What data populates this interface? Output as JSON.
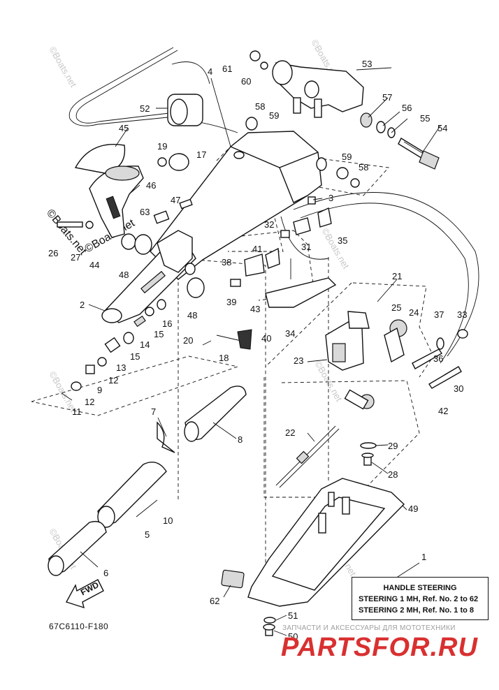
{
  "diagram": {
    "code": "67C6110-F180",
    "watermark": "©Boats.net",
    "fwd_label": "FWD"
  },
  "note_box": {
    "title": "HANDLE STEERING",
    "lines": [
      "STEERING 1 MH,  Ref. No. 2 to 62",
      "STEERING 2 MH,  Ref. No. 1 to 8"
    ]
  },
  "shop": {
    "banner": "ЗАПЧАСТИ И АКСЕССУАРЫ ДЛЯ МОТОТЕХНИКИ",
    "logo": "PARTSFOR.RU"
  },
  "callouts": [
    "1",
    "2",
    "3",
    "4",
    "5",
    "6",
    "7",
    "8",
    "9",
    "10",
    "11",
    "12",
    "12",
    "13",
    "14",
    "15",
    "15",
    "16",
    "17",
    "18",
    "19",
    "20",
    "21",
    "22",
    "23",
    "24",
    "25",
    "26",
    "27",
    "28",
    "29",
    "30",
    "31",
    "32",
    "33",
    "34",
    "35",
    "36",
    "37",
    "38",
    "39",
    "40",
    "41",
    "42",
    "43",
    "44",
    "45",
    "46",
    "47",
    "48",
    "48",
    "49",
    "50",
    "51",
    "52",
    "53",
    "54",
    "55",
    "56",
    "57",
    "58",
    "58",
    "59",
    "59",
    "60",
    "61",
    "62",
    "63"
  ]
}
